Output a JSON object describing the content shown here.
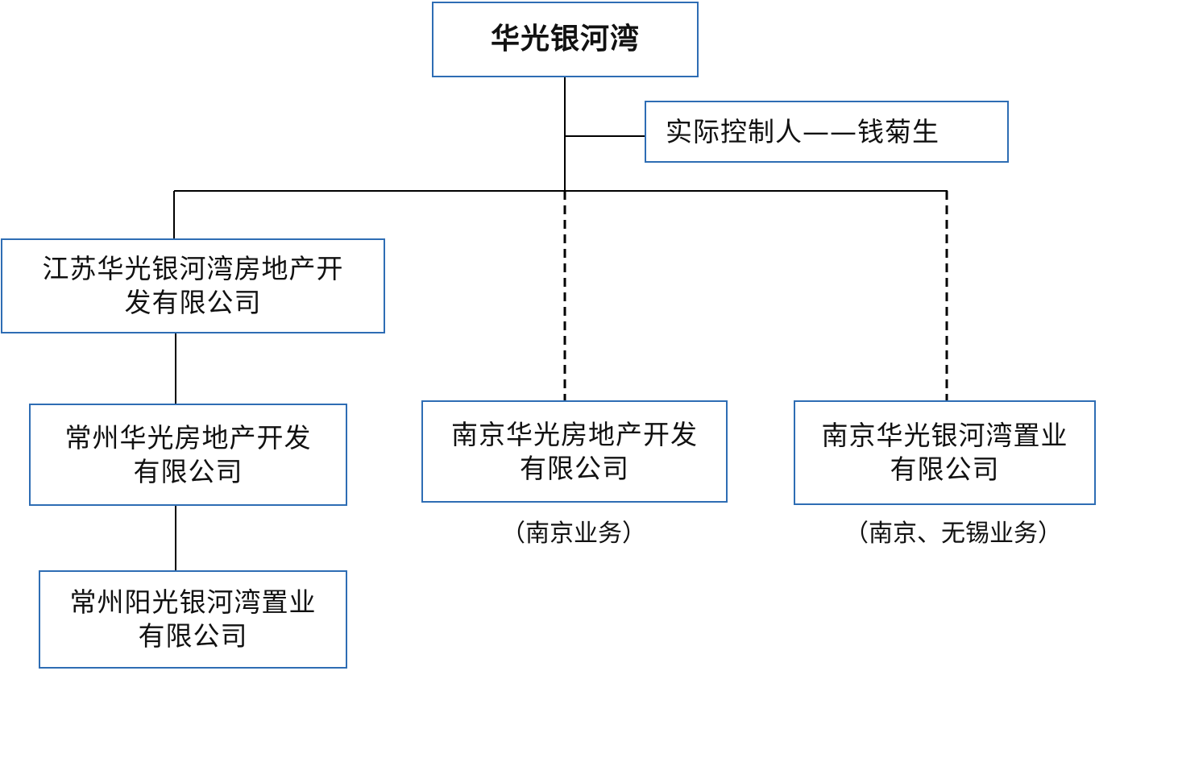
{
  "nodes": {
    "root": {
      "label": "华光银河湾"
    },
    "controller": {
      "label": "实际控制人——钱菊生"
    },
    "jiangsu": {
      "line1": "江苏华光银河湾房地产开",
      "line2": "发有限公司"
    },
    "changzhou_huaguang": {
      "line1": "常州华光房地产开发",
      "line2": "有限公司"
    },
    "changzhou_yangguang": {
      "line1": "常州阳光银河湾置业",
      "line2": "有限公司"
    },
    "nanjing_huaguang": {
      "line1": "南京华光房地产开发",
      "line2": "有限公司"
    },
    "nanjing_yinhewan": {
      "line1": "南京华光银河湾置业",
      "line2": "有限公司"
    }
  },
  "notes": {
    "nanjing_business": "（南京业务）",
    "nanjing_wuxi_business": "（南京、无锡业务）"
  },
  "colors": {
    "border": "#2e6db4",
    "line": "#000000"
  }
}
